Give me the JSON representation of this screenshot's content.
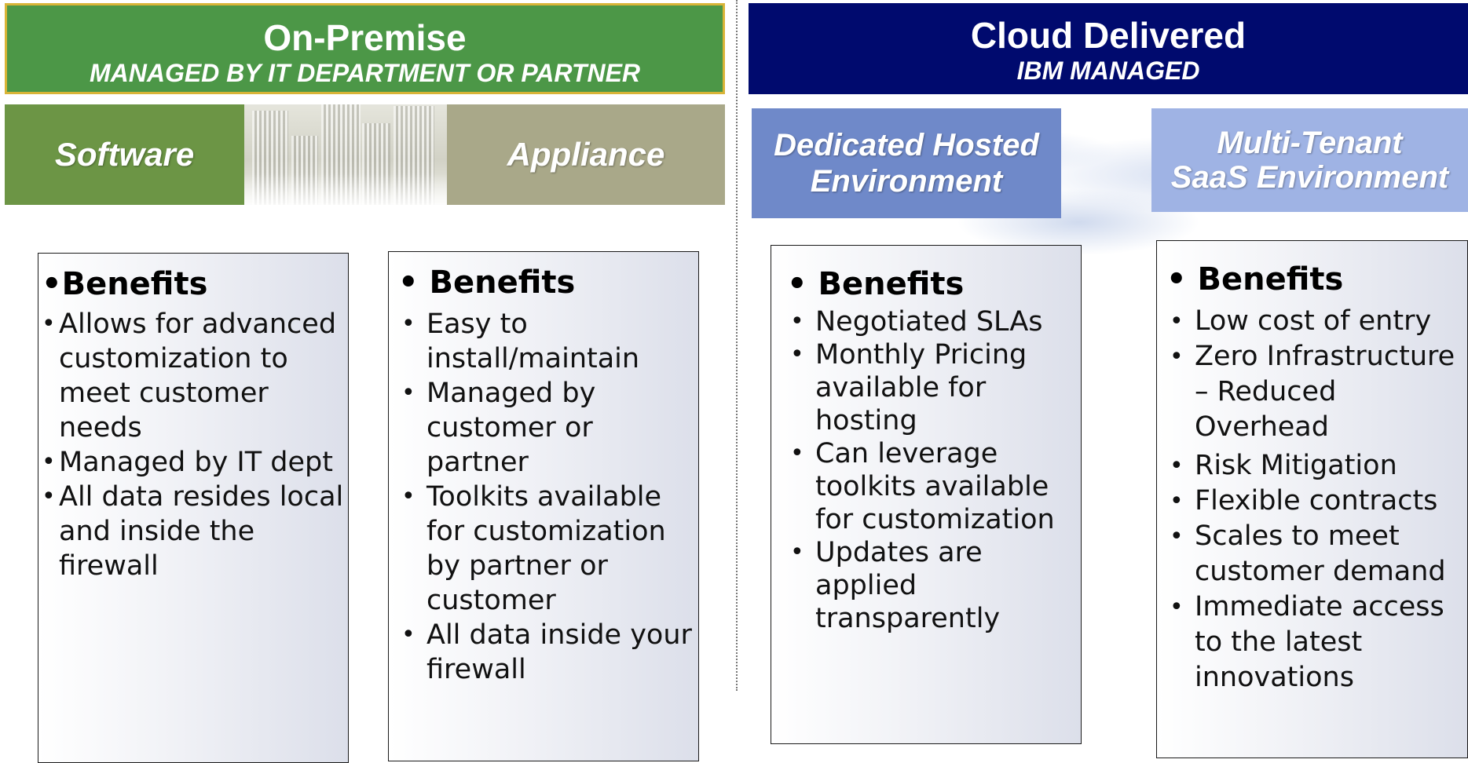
{
  "on_premise": {
    "title": "On-Premise",
    "subtitle": "MANAGED BY IT  DEPARTMENT OR PARTNER",
    "software_label": "Software",
    "appliance_label": "Appliance"
  },
  "cloud": {
    "title": "Cloud Delivered",
    "subtitle": "IBM MANAGED",
    "dedicated_label_line1": "Dedicated Hosted",
    "dedicated_label_line2": "Environment",
    "multitenant_label_line1": "Multi-Tenant",
    "multitenant_label_line2": "SaaS Environment"
  },
  "panels": [
    {
      "heading": "Benefits",
      "items": [
        "Allows for advanced customization to meet customer needs",
        "Managed by IT dept",
        "All data resides local and inside the firewall"
      ]
    },
    {
      "heading": "Benefits",
      "items": [
        "Easy to install/maintain",
        "Managed by customer or partner",
        "Toolkits available for customization by partner or customer",
        "All data inside your firewall"
      ]
    },
    {
      "heading": "Benefits",
      "items": [
        "Negotiated SLAs",
        "Monthly Pricing available for hosting",
        "Can leverage toolkits available for customization",
        "Updates are applied transparently"
      ]
    },
    {
      "heading": "Benefits",
      "items": [
        "Low cost of entry",
        "Zero Infrastructure – Reduced Overhead",
        "Risk Mitigation",
        "Flexible contracts",
        "Scales to meet customer demand",
        "Immediate access to the latest innovations"
      ]
    }
  ],
  "colors": {
    "on_premise_header": "#4c9747",
    "on_premise_border": "#d8b437",
    "cloud_header": "#000a6e",
    "software_band": "#6c9545",
    "appliance_band": "#a9a889",
    "dedicated_band": "#6f89c9",
    "multitenant_band": "#9fb3e4"
  },
  "bullet_glyph": "•"
}
